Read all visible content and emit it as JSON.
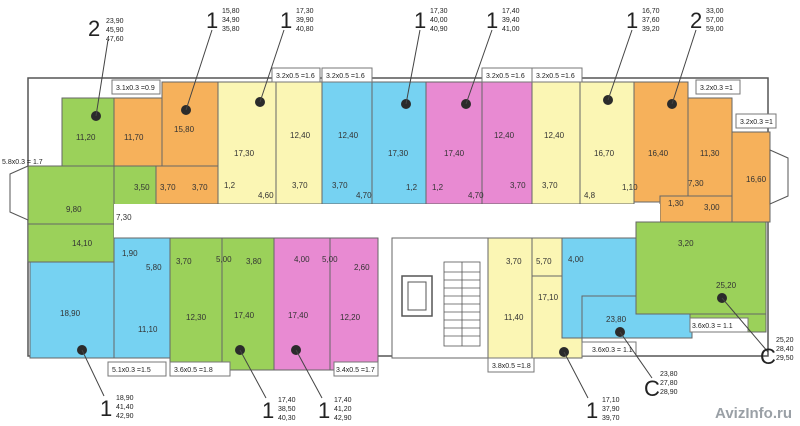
{
  "watermark": "AvizInfo.ru",
  "colors": {
    "green": "#9bd15a",
    "orange": "#f6b15b",
    "yellow": "#fbf6b4",
    "blue": "#76d2f2",
    "pink": "#e88ad2",
    "corridor": "#ffffff",
    "wall": "#555555"
  },
  "apartments": [
    {
      "rooms": "2",
      "areas": [
        "23,90",
        "45,90",
        "47,60"
      ]
    },
    {
      "rooms": "1",
      "areas": [
        "15,80",
        "34,90",
        "35,80"
      ]
    },
    {
      "rooms": "1",
      "areas": [
        "17,30",
        "39,90",
        "40,80"
      ]
    },
    {
      "rooms": "1",
      "areas": [
        "17,30",
        "40,00",
        "40,90"
      ]
    },
    {
      "rooms": "1",
      "areas": [
        "17,40",
        "39,40",
        "41,00"
      ]
    },
    {
      "rooms": "1",
      "areas": [
        "16,70",
        "37,60",
        "39,20"
      ]
    },
    {
      "rooms": "2",
      "areas": [
        "33,00",
        "57,00",
        "59,00"
      ]
    },
    {
      "rooms": "C",
      "areas": [
        "25,20",
        "28,40",
        "29,50"
      ]
    },
    {
      "rooms": "C",
      "areas": [
        "23,80",
        "27,80",
        "28,90"
      ]
    },
    {
      "rooms": "1",
      "areas": [
        "17,10",
        "37,90",
        "39,70"
      ]
    },
    {
      "rooms": "1",
      "areas": [
        "17,40",
        "41,20",
        "42,90"
      ]
    },
    {
      "rooms": "1",
      "areas": [
        "17,40",
        "38,50",
        "40,30"
      ]
    },
    {
      "rooms": "1",
      "areas": [
        "18,90",
        "41,40",
        "42,90"
      ]
    }
  ],
  "balconies": [
    "3.1x0.3 =0.9",
    "3.2x0.5 =1.6",
    "3.2x0.5 =1.6",
    "3.2x0.5 =1.6",
    "3.2x0.5 =1.6",
    "3.2x0.3 =1",
    "3.2x0.3 =1",
    "5.8x0.3 = 1.7",
    "5.1x0.3 =1.5",
    "3.6x0.5 =1.8",
    "3.4x0.5 =1.7",
    "3.8x0.5 =1.8",
    "3.6x0.3 = 1.1",
    "3.6x0.3 = 1.1"
  ],
  "room_areas": [
    "11,20",
    "11,70",
    "15,80",
    "17,30",
    "12,40",
    "12,40",
    "17,30",
    "17,40",
    "12,40",
    "12,40",
    "16,70",
    "16,40",
    "11,30",
    "9,80",
    "3,50",
    "7,30",
    "3,70",
    "3,70",
    "1,2",
    "4,60",
    "3,70",
    "3,70",
    "4,70",
    "1,2",
    "1,2",
    "4,70",
    "3,70",
    "3,70",
    "4,8",
    "1,10",
    "7,30",
    "3,00",
    "16,60",
    "1,30",
    "3,20",
    "25,20",
    "14,10",
    "1,90",
    "5,80",
    "3,70",
    "5,00",
    "3,80",
    "4,00",
    "5,00",
    "2,60",
    "18,90",
    "11,10",
    "12,30",
    "17,40",
    "17,40",
    "12,20",
    "3,70",
    "5,70",
    "4,00",
    "11,40",
    "17,10",
    "23,80"
  ]
}
